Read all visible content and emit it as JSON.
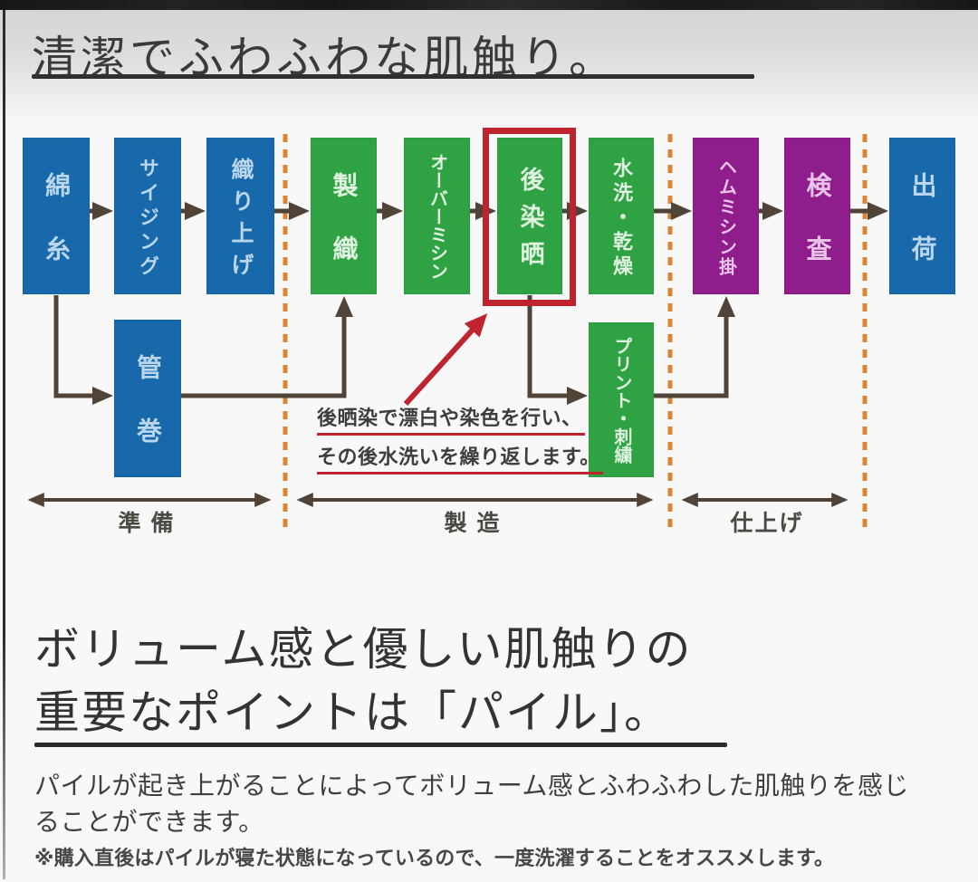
{
  "title": {
    "text": "清潔でふわふわな肌触り。"
  },
  "flowchart": {
    "boxes": [
      {
        "id": "cotton-yarn",
        "label": "綿糸",
        "color": "blue",
        "highlighted": false
      },
      {
        "id": "sizing",
        "label": "サイジング",
        "color": "blue",
        "highlighted": false
      },
      {
        "id": "weaving-up",
        "label": "織り上げ",
        "color": "blue",
        "highlighted": false
      },
      {
        "id": "tube-winding",
        "label": "管巻",
        "color": "blue",
        "highlighted": false
      },
      {
        "id": "weaving",
        "label": "製織",
        "color": "green",
        "highlighted": false
      },
      {
        "id": "overlock-sewing",
        "label": "オーバーミシン",
        "color": "green",
        "highlighted": false
      },
      {
        "id": "after-dye-bleach",
        "label": "後染晒",
        "color": "green",
        "highlighted": true
      },
      {
        "id": "wash-dry",
        "label": "水洗・乾燥",
        "color": "green",
        "highlighted": false
      },
      {
        "id": "print-embroidery",
        "label": "プリント・刺繍",
        "color": "green",
        "highlighted": false
      },
      {
        "id": "hem-sewing",
        "label": "ヘムミシン掛",
        "color": "purple",
        "highlighted": false
      },
      {
        "id": "inspection",
        "label": "検査",
        "color": "purple",
        "highlighted": false
      },
      {
        "id": "shipping",
        "label": "出荷",
        "color": "blue",
        "highlighted": false
      }
    ],
    "annotation": {
      "line1": "後晒染で漂白や染色を行い、",
      "line2": "その後水洗いを繰り返します。"
    },
    "phases": [
      {
        "label": "準 備"
      },
      {
        "label": "製 造"
      },
      {
        "label": "仕上げ"
      }
    ],
    "colors": {
      "blue": "#1769ab",
      "blue_text": "#b9d6ec",
      "green": "#2fa343",
      "green_text": "#dff3e0",
      "purple": "#8f1d8b",
      "purple_text": "#eac4e8",
      "highlight_red": "#bf232d",
      "arrow": "#4f4437",
      "phase_divider_orange": "#dd8432"
    }
  },
  "section2": {
    "heading_line1": "ボリューム感と優しい肌触りの",
    "heading_line2": "重要なポイントは「パイル」。",
    "body_line1": "パイルが起き上がることによってボリューム感とふわふわした肌触りを感じ",
    "body_line2": "ることができます。",
    "note": "※購入直後はパイルが寝た状態になっているので、一度洗濯することをオススメします。"
  }
}
